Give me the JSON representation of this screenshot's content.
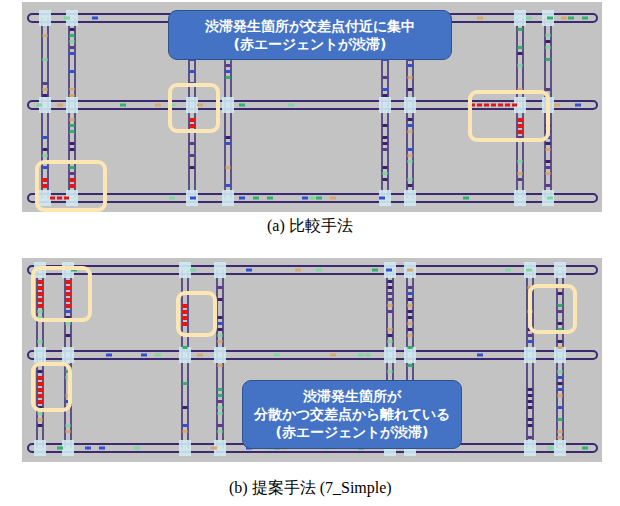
{
  "diagram": {
    "nodes": [
      {
        "text": [
          "渋滞発生箇所が交差点付近に集中 (赤エージェントが渋滞)"
        ]
      },
      {
        "text": [
          "渋滞発生箇所が 分散かつ交差点から離れている (赤エージェントが渋滞)"
        ]
      }
    ],
    "labels": [
      "(a) 比較手法",
      "(b) 提案手法 (7_Simple)"
    ]
  }
}
